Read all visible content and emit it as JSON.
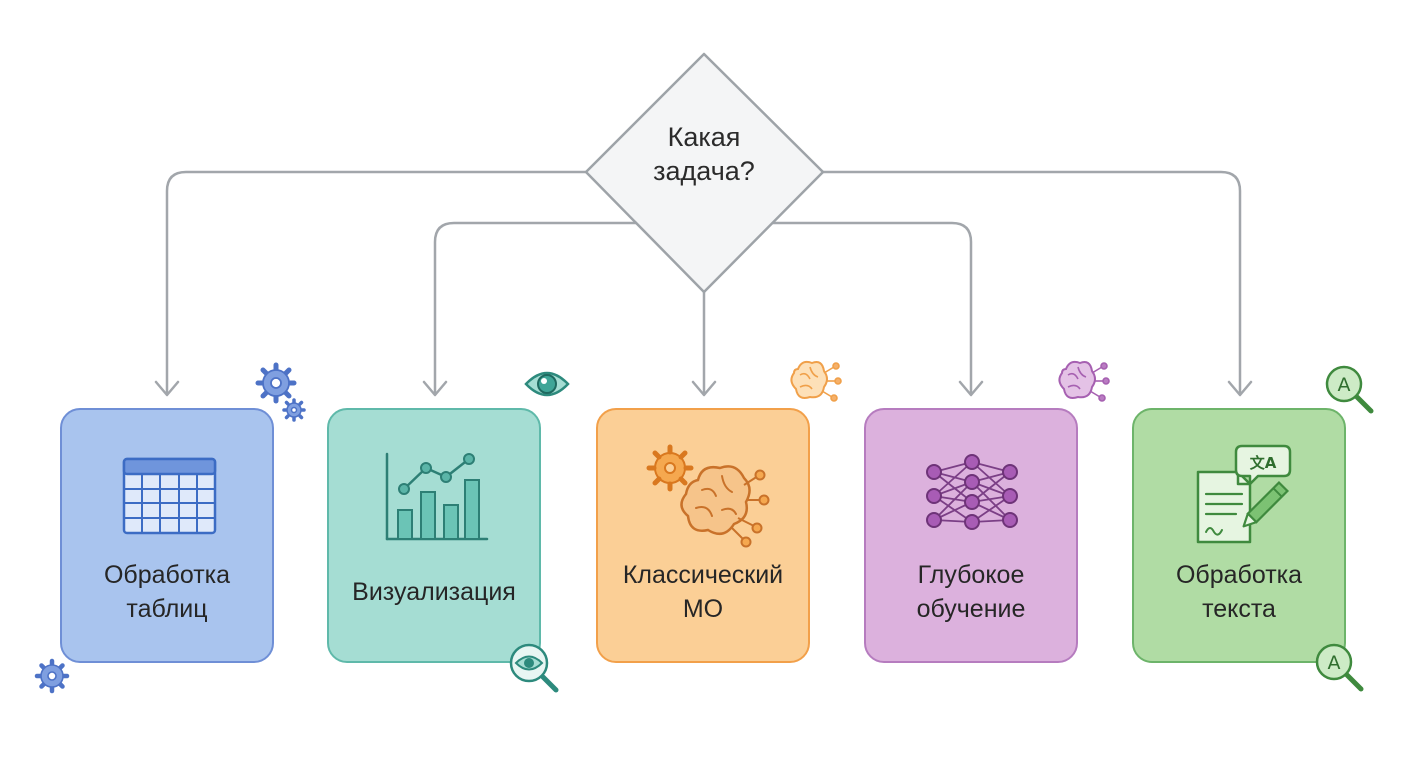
{
  "decision": {
    "line1": "Какая",
    "line2": "задача?"
  },
  "cards": [
    {
      "id": "tables",
      "line1": "Обработка",
      "line2": "таблиц",
      "icon": "table-icon",
      "color": "#a9c4ee",
      "border": "#6f8fd6"
    },
    {
      "id": "visualization",
      "line1": "Визуализация",
      "line2": "",
      "icon": "bar-line-chart-icon",
      "color": "#a5ddd3",
      "border": "#5fb9aa"
    },
    {
      "id": "classic-ml",
      "line1": "Классический",
      "line2": "МО",
      "icon": "gear-brain-icon",
      "color": "#fbcf96",
      "border": "#f2a04a"
    },
    {
      "id": "deep-learning",
      "line1": "Глубокое",
      "line2": "обучение",
      "icon": "neural-network-icon",
      "color": "#dcb1dd",
      "border": "#b67cbf"
    },
    {
      "id": "text",
      "line1": "Обработка",
      "line2": "текста",
      "icon": "document-translate-icon",
      "color": "#b0dca4",
      "border": "#6db46a"
    }
  ],
  "decorations": {
    "tables": [
      "gear-icon"
    ],
    "visualization": [
      "eye-icon",
      "eye-magnifier-icon"
    ],
    "classic-ml": [
      "brain-circuit-icon"
    ],
    "deep-learning": [
      "brain-circuit-icon"
    ],
    "text": [
      "letter-a-magnifier-icon"
    ],
    "glyph_a": "A",
    "glyph_translate": "文A"
  },
  "colors": {
    "connector": "#a2a6ab",
    "diamond_fill": "#f4f5f6",
    "diamond_stroke": "#9ea3a8"
  }
}
